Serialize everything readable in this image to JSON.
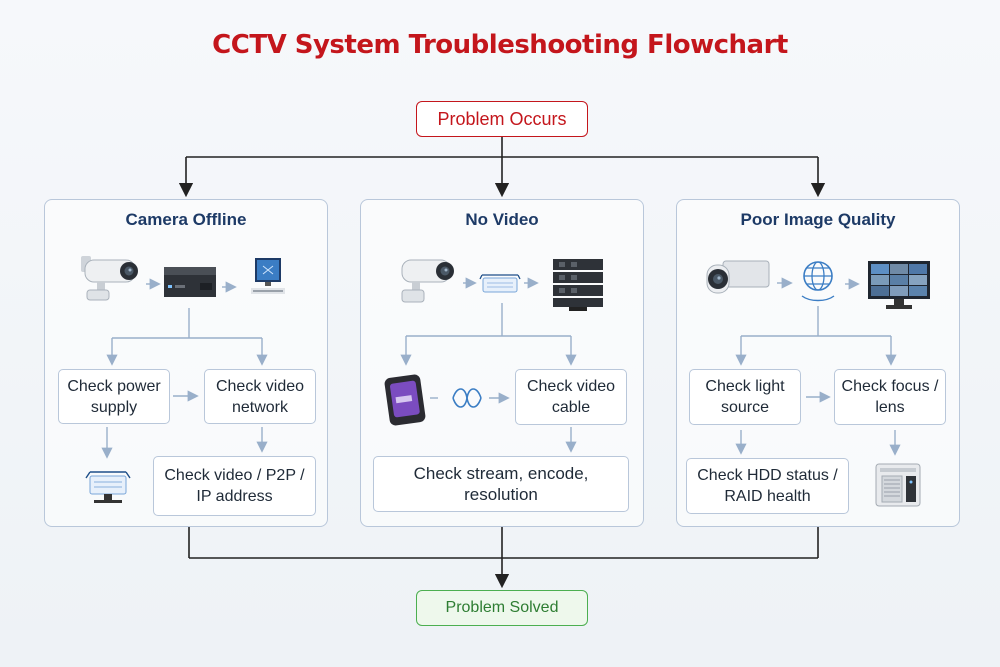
{
  "title": "CCTV System Troubleshooting Flowchart",
  "start": "Problem Occurs",
  "end": "Problem Solved",
  "branches": [
    {
      "title": "Camera Offline",
      "steps": [
        "Check power supply",
        "Check video network",
        "Check video / P2P / IP address"
      ],
      "icons": [
        "bullet-camera-icon",
        "dvr-recorder-icon",
        "monitor-icon",
        "network-switch-icon"
      ]
    },
    {
      "title": "No Video",
      "steps": [
        "Check video cable",
        "Check stream, encode, resolution"
      ],
      "icons": [
        "bullet-camera-icon",
        "network-switch-icon",
        "server-rack-icon",
        "mobile-phone-icon",
        "signal-icon"
      ]
    },
    {
      "title": "Poor Image Quality",
      "steps": [
        "Check light source",
        "Check focus / lens",
        "Check HDD status / RAID health"
      ],
      "icons": [
        "box-camera-icon",
        "globe-icon",
        "video-wall-monitor-icon",
        "nas-storage-icon"
      ]
    }
  ],
  "colors": {
    "title": "#c4161c",
    "start_border": "#c4161c",
    "end_border": "#4caf50",
    "arrow_dark": "#222222",
    "arrow_blue": "#1d4e89",
    "panel_border": "#b9c7da"
  }
}
